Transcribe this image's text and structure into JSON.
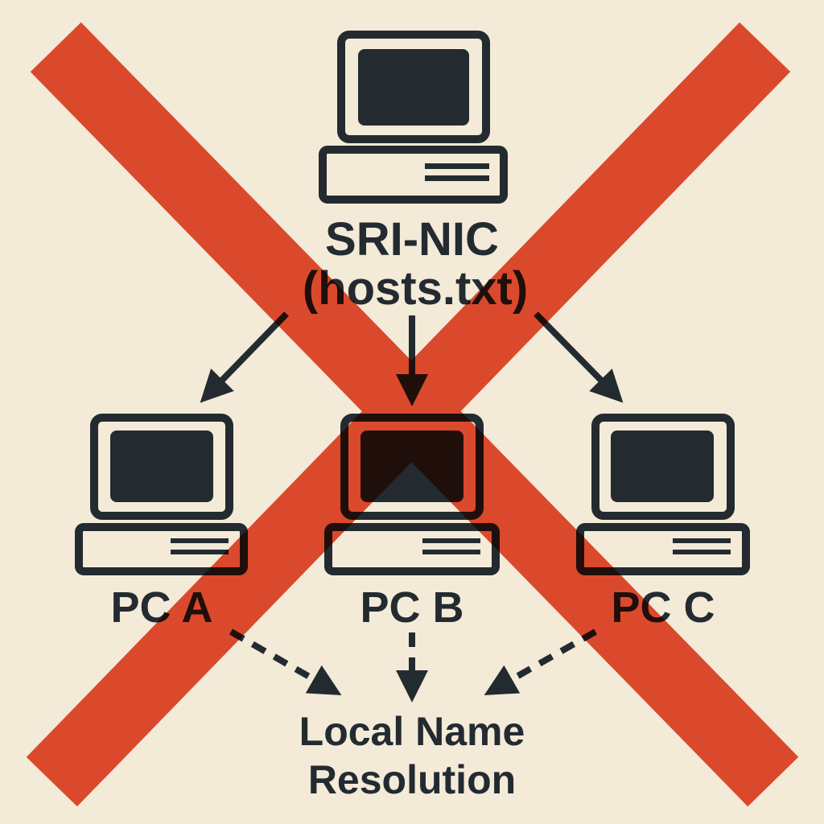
{
  "colors": {
    "background": "#f3ead8",
    "ink": "#232b31",
    "cross": "#e64b30"
  },
  "icons": {
    "server": "computer-icon",
    "clients": "computer-icon",
    "overlay": "cross-out-x-icon"
  },
  "server": {
    "name": "SRI-NIC",
    "file": "(hosts.txt)"
  },
  "clients": [
    {
      "name": "PC A"
    },
    {
      "name": "PC B"
    },
    {
      "name": "PC C"
    }
  ],
  "target": {
    "line1": "Local Name",
    "line2": "Resolution"
  }
}
